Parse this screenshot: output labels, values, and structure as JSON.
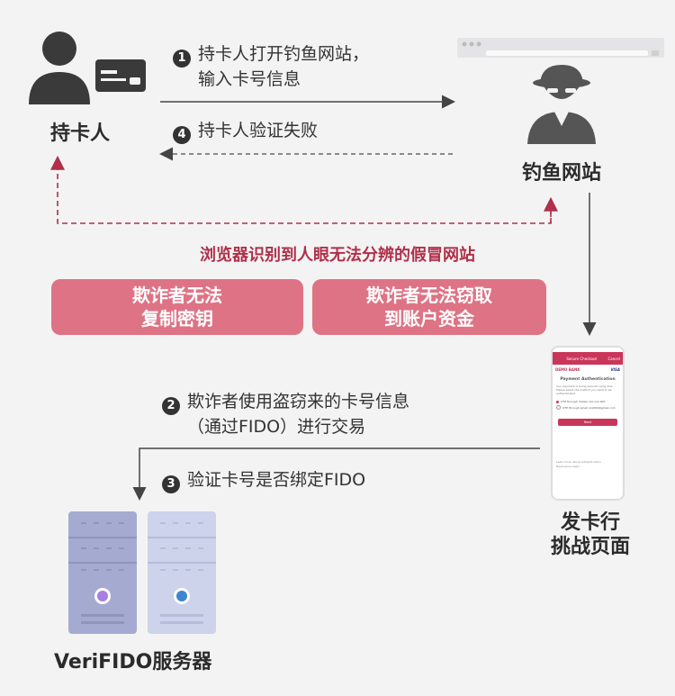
{
  "nodes": {
    "cardholder": "持卡人",
    "phishing_site": "钓鱼网站",
    "issuer_top": "发卡行",
    "issuer_bottom": "挑战页面",
    "server": "VeriFIDO服务器"
  },
  "steps": [
    {
      "num": "1",
      "line1": "持卡人打开钓鱼网站，",
      "line2": "输入卡号信息"
    },
    {
      "num": "4",
      "line1": "持卡人验证失败"
    },
    {
      "num": "2",
      "line1": "欺诈者使用盗窃来的卡号信息",
      "line2": "（通过FIDO）进行交易"
    },
    {
      "num": "3",
      "line1": "验证卡号是否绑定FIDO"
    }
  ],
  "highlight": "浏览器识别到人眼无法分辨的假冒网站",
  "pills": [
    {
      "line1": "欺诈者无法",
      "line2": "复制密钥"
    },
    {
      "line1": "欺诈者无法窃取",
      "line2": "到账户资金"
    }
  ],
  "phone": {
    "header": "Secure Checkout",
    "cancel": "Cancel",
    "bank": "DEMO BANK",
    "card_brand": "VISA",
    "title": "Payment Authentication",
    "desc": "Your payment is being secured using Visa. Please select the method you want to be authenticated.",
    "option1": "OTP through mobile xxx-xxx-000",
    "option2": "OTP through email xxx000@gmail.com",
    "button": "Next",
    "link1": "Learn more about authentication",
    "link2": "Need some help?"
  },
  "colors": {
    "accent_red": "#b03049",
    "pill": "#de7385",
    "server_purple": "#a5abd0",
    "server_light": "#cdd3ea"
  }
}
